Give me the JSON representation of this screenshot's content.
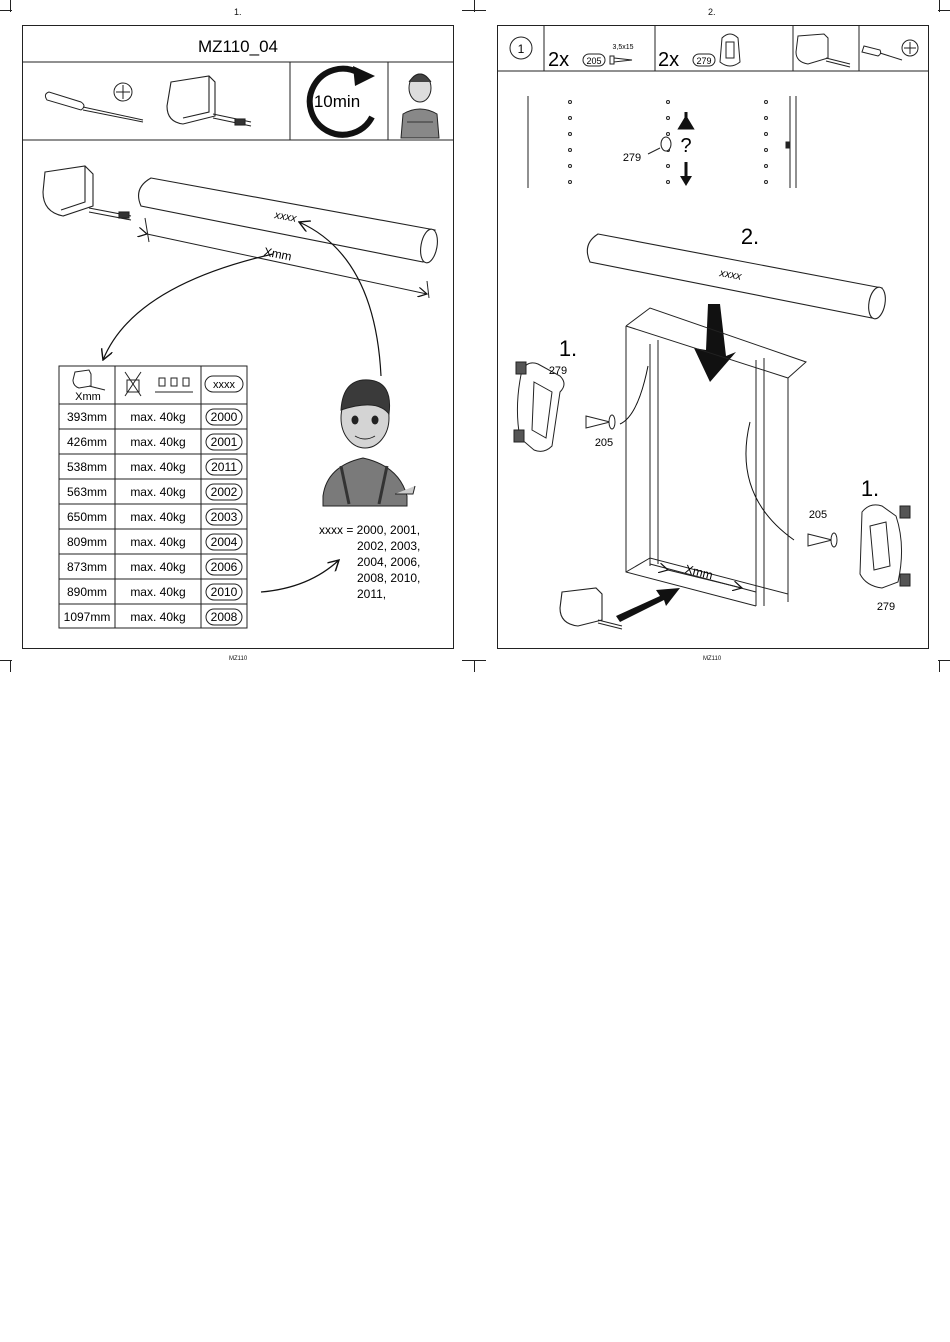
{
  "pages": [
    {
      "number": "1.",
      "footer": "MZ110",
      "title": "MZ110_04",
      "time": "10min",
      "rod_label": "xxxx",
      "dimension_label": "Xmm",
      "table": {
        "header_length": "Xmm",
        "header_code": "xxxx",
        "rows": [
          {
            "length": "393mm",
            "load": "max. 40kg",
            "code": "2000"
          },
          {
            "length": "426mm",
            "load": "max. 40kg",
            "code": "2001"
          },
          {
            "length": "538mm",
            "load": "max. 40kg",
            "code": "2011"
          },
          {
            "length": "563mm",
            "load": "max. 40kg",
            "code": "2002"
          },
          {
            "length": "650mm",
            "load": "max. 40kg",
            "code": "2003"
          },
          {
            "length": "809mm",
            "load": "max. 40kg",
            "code": "2004"
          },
          {
            "length": "873mm",
            "load": "max. 40kg",
            "code": "2006"
          },
          {
            "length": "890mm",
            "load": "max. 40kg",
            "code": "2010"
          },
          {
            "length": "1097mm",
            "load": "max. 40kg",
            "code": "2008"
          }
        ]
      },
      "code_list": [
        "xxxx = 2000, 2001,",
        "2002, 2003,",
        "2004, 2006,",
        "2008, 2010,",
        "2011,"
      ]
    },
    {
      "number": "2.",
      "footer": "MZ110",
      "step": "1",
      "qty_screw": "2x",
      "screw_id": "205",
      "screw_size": "3,5x15",
      "qty_bracket": "2x",
      "bracket_id": "279",
      "question": "?",
      "label_279_top": "279",
      "step_two": "2.",
      "rod_label": "xxxx",
      "step_one_left": "1.",
      "left_279": "279",
      "left_205": "205",
      "step_one_right": "1.",
      "right_205": "205",
      "right_279": "279",
      "cabinet_dimension": "Xmm"
    }
  ]
}
